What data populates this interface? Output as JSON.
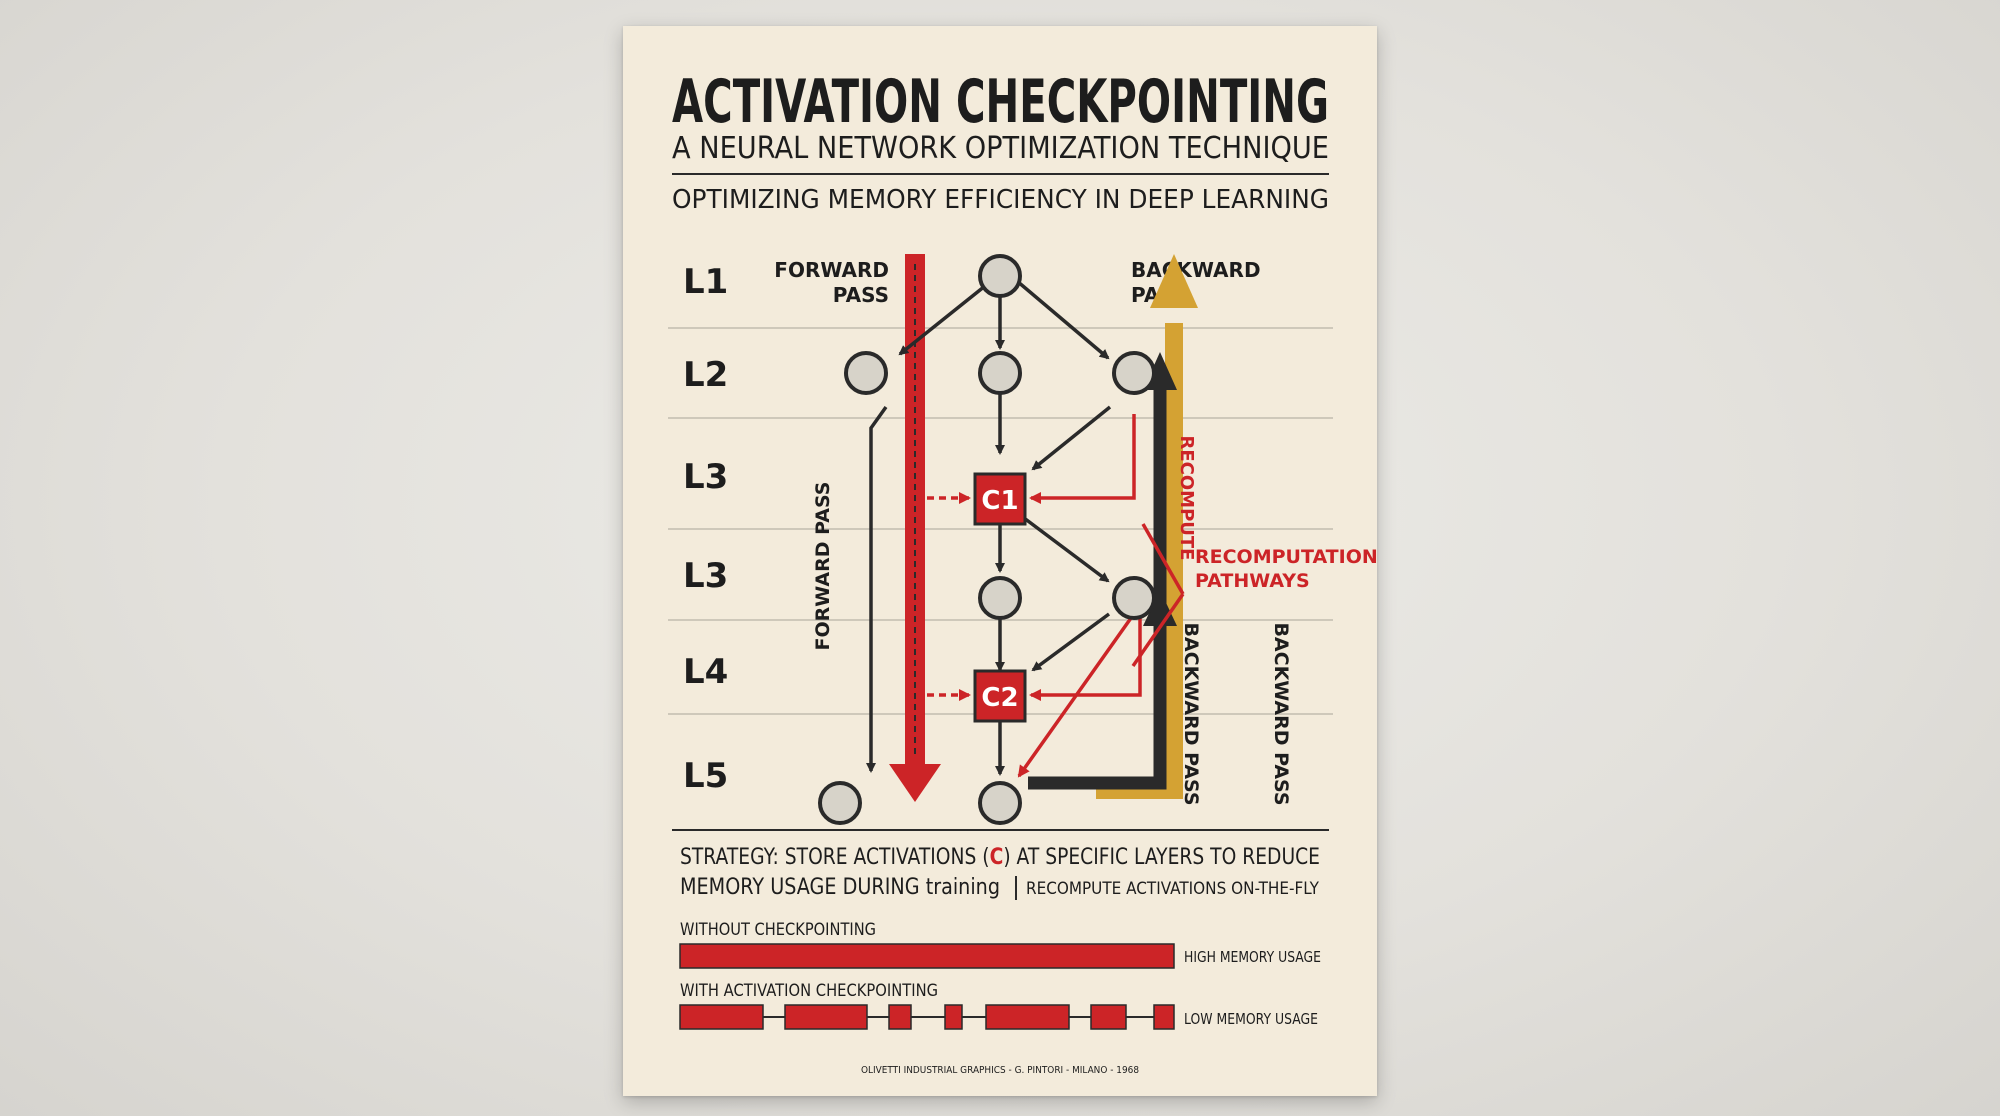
{
  "poster": {
    "title": "ACTIVATION CHECKPOINTING",
    "subtitle": "A NEURAL NETWORK OPTIMIZATION TECHNIQUE",
    "tagline": "OPTIMIZING MEMORY EFFICIENCY IN DEEP LEARNING",
    "footer": "OLIVETTI INDUSTRIAL GRAPHICS - G. PINTORI - MILANO - 1968"
  },
  "colors": {
    "paper": "#f3ebdb",
    "ink": "#2a2a2a",
    "red": "#cc2427",
    "gold": "#d4a233",
    "node_fill": "#d7d3c9"
  },
  "diagram": {
    "layers": [
      "L1",
      "L2",
      "L3",
      "L3",
      "L4",
      "L5"
    ],
    "forward_label_line1": "FORWARD",
    "forward_label_line2": "PASS",
    "backward_label_line1": "BACKWARD",
    "backward_label_line2": "PASS",
    "forward_pass_vertical": "FORWARD PASS",
    "recompute_vertical": "RECOMPUTE",
    "recomputation_line1": "RECOMPUTATION",
    "recomputation_line2": "PATHWAYS",
    "backward_pass_vertical_1": "BACKWARD PASS",
    "backward_pass_vertical_2": "BACKWARD PASS",
    "checkpoint_1": "C1",
    "checkpoint_2": "C2"
  },
  "strategy": {
    "line1_part1": "STRATEGY: STORE ACTIVATIONS (",
    "line1_c": "C",
    "line1_part2": ") AT SPECIFIC LAYERS TO REDUCE",
    "line2_part1": "MEMORY USAGE DURING ",
    "line2_training": "training",
    "line2_note": "RECOMPUTE ACTIVATIONS ON-THE-FLY"
  },
  "memory": {
    "without_label": "WITHOUT CHECKPOINTING",
    "without_value": "HIGH MEMORY USAGE",
    "with_label": "WITH ACTIVATION CHECKPOINTING",
    "with_value": "LOW MEMORY USAGE"
  }
}
